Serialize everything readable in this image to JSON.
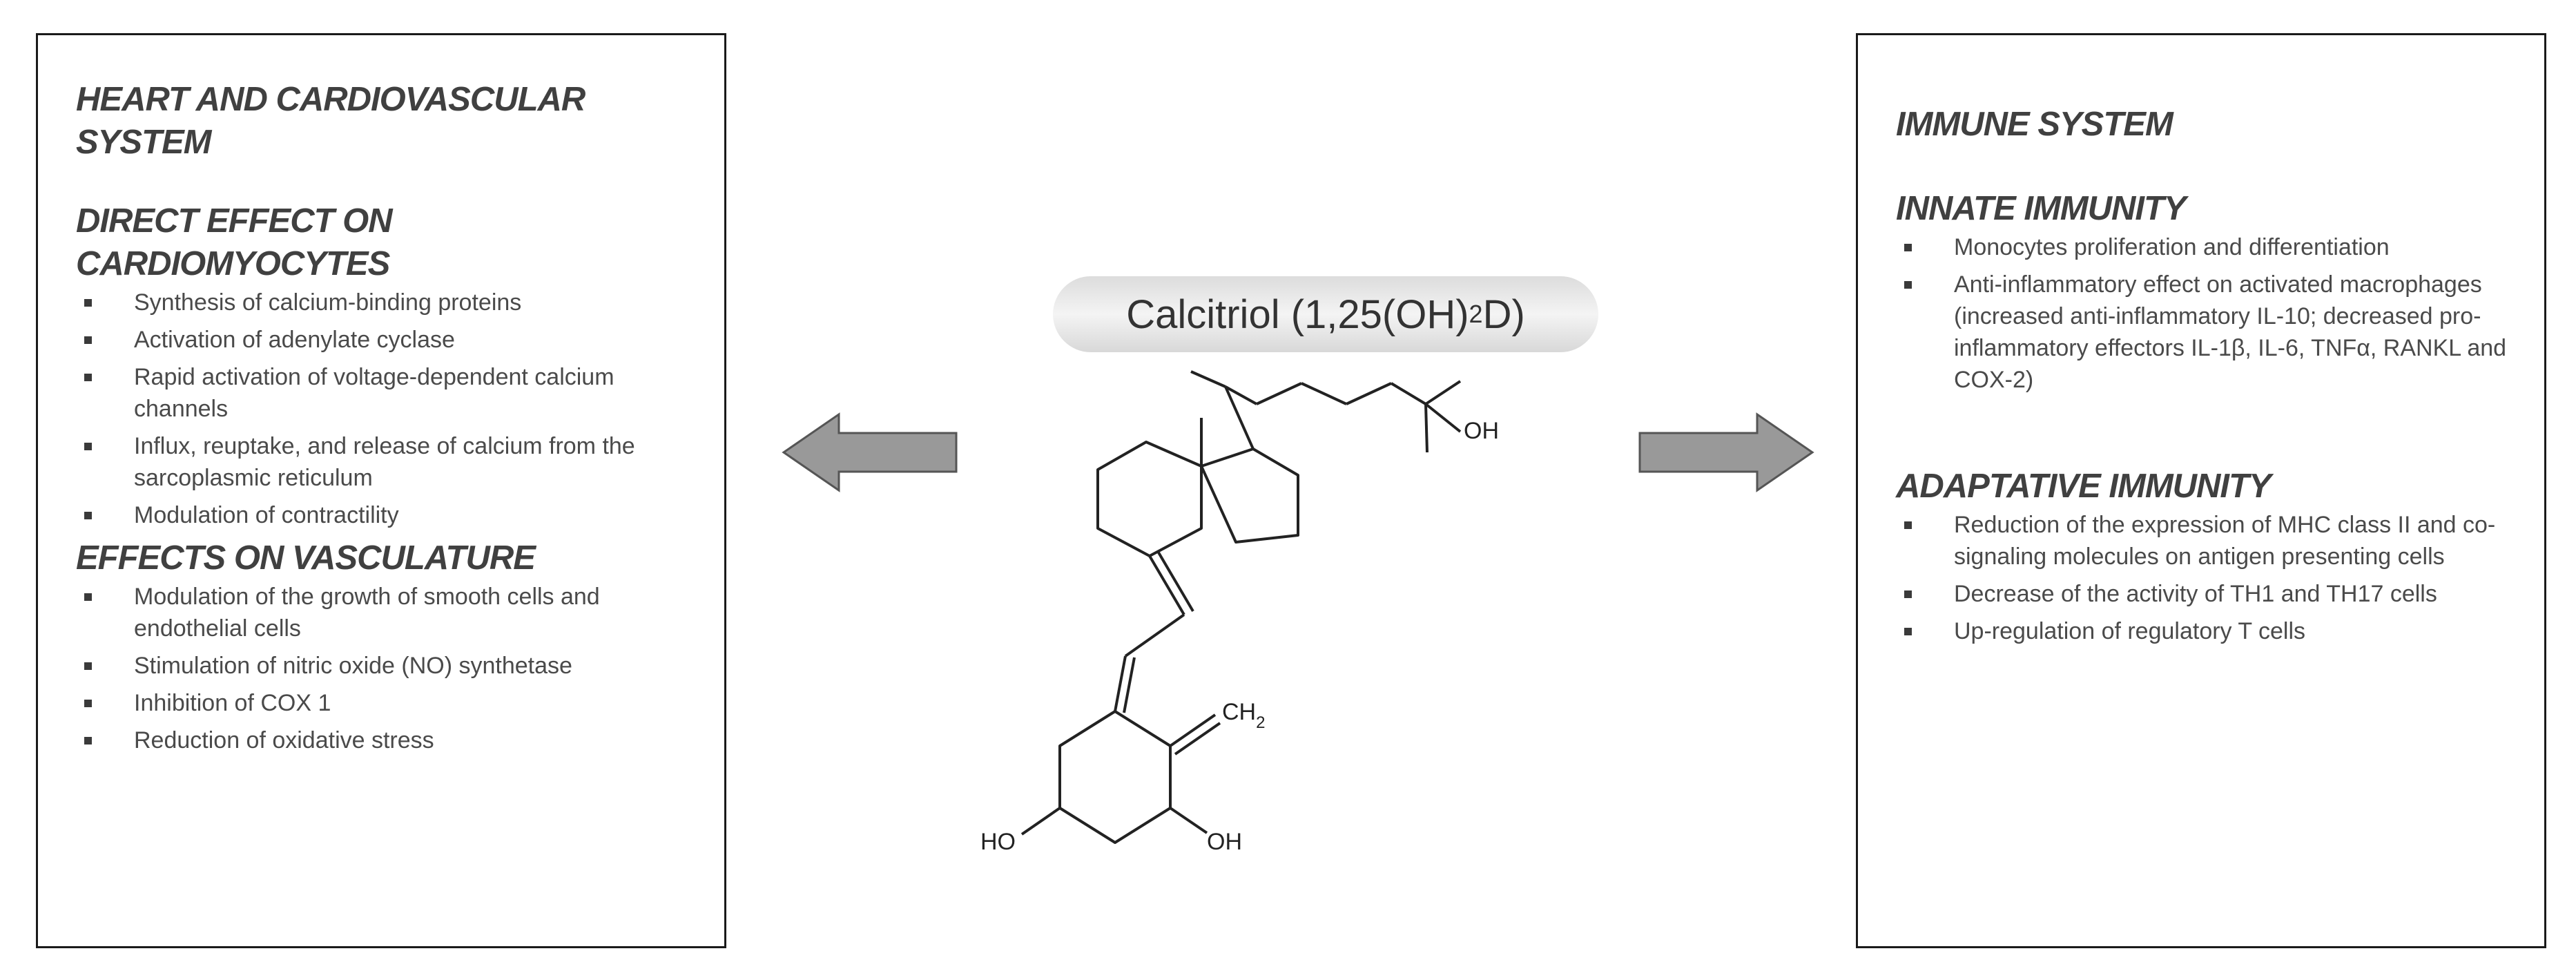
{
  "left_box": {
    "title": "HEART AND CARDIOVASCULAR SYSTEM",
    "sections": [
      {
        "heading": "DIRECT EFFECT ON CARDIOMYOCYTES",
        "items": [
          "Synthesis of calcium-binding proteins",
          "Activation of adenylate cyclase",
          "Rapid activation of voltage-dependent calcium channels",
          "Influx, reuptake, and release of calcium from the sarcoplasmic reticulum",
          "Modulation of contractility"
        ]
      },
      {
        "heading": "EFFECTS ON VASCULATURE",
        "items": [
          "Modulation of the growth of smooth cells and endothelial cells",
          "Stimulation of nitric oxide (NO) synthetase",
          "Inhibition of COX 1",
          "Reduction of oxidative stress"
        ]
      }
    ]
  },
  "center": {
    "compound_name": "Calcitriol (1,25(OH)",
    "compound_sub": "2",
    "compound_suffix": "D)",
    "atoms": {
      "oh_top": "OH",
      "ch2": "CH",
      "ch2_sub": "2",
      "ho_left": "HO",
      "oh_bottom": "OH"
    }
  },
  "right_box": {
    "title": "IMMUNE SYSTEM",
    "sections": [
      {
        "heading": "INNATE IMMUNITY",
        "items": [
          "Monocytes proliferation and differentiation",
          "Anti-inflammatory effect on activated macrophages (increased anti-inflammatory IL-10; decreased pro-inflammatory effectors IL-1β, IL-6, TNFα, RANKL and COX-2)"
        ]
      },
      {
        "heading": "ADAPTATIVE IMMUNITY",
        "items": [
          "Reduction of the expression of MHC class II and co-signaling molecules on antigen presenting cells",
          "Decrease of the activity of TH1 and TH17 cells",
          "Up-regulation of regulatory T cells"
        ]
      }
    ]
  },
  "colors": {
    "arrow_fill": "#999999",
    "arrow_stroke": "#555555",
    "border": "#1a1a1a"
  }
}
